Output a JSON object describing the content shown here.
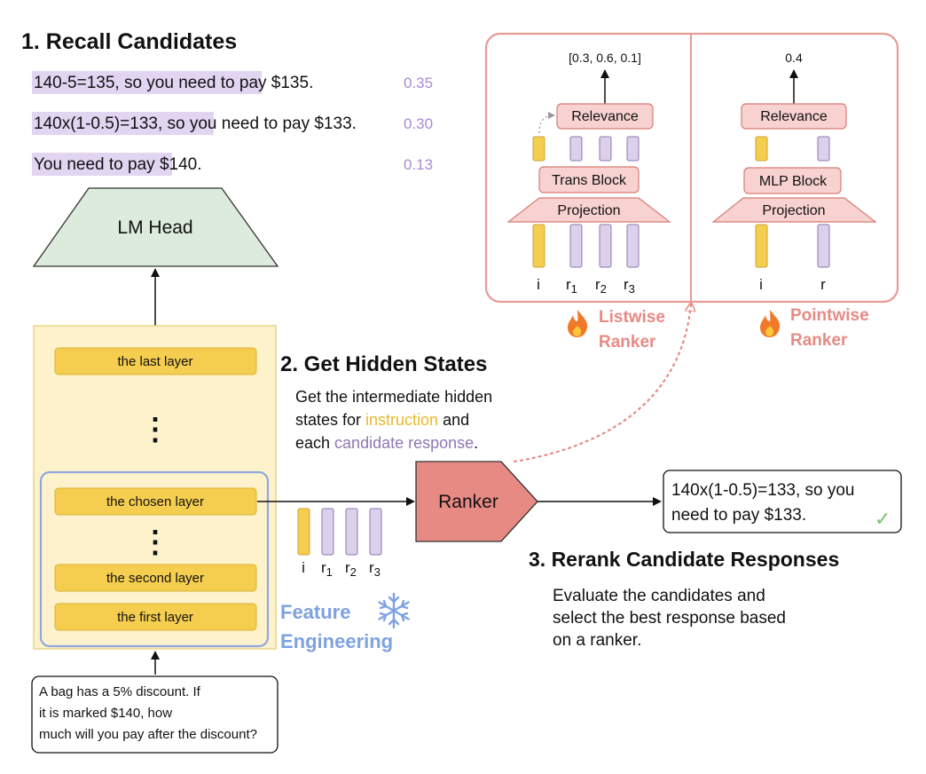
{
  "colors": {
    "highlight_purple": "#e2d5f2",
    "score_purple": "#a98bd6",
    "layer_yellow": "#f5cd4f",
    "layer_stack_bg": "#fdf2cc",
    "layer_stack_border": "#e6cf7a",
    "chosen_box_border": "#8fa8dc",
    "lm_head_green": "#dcebdc",
    "ranker_red": "#e88a84",
    "ranker_panel_border": "#e79b95",
    "relevance_fill": "#f8d2d0",
    "relevance_border": "#d97b74",
    "candidate_purple_fill": "#ddd0ea",
    "candidate_purple_stroke": "#8e78b1",
    "instruction_word": "#e9b92a",
    "candidate_word": "#8e78b1",
    "feature_eng_blue": "#7ea2e0",
    "ranker_label_red": "#e88a84",
    "check_green": "#77c26e",
    "dotted_arrow": "#e88a84"
  },
  "step1": {
    "title": "1. Recall Candidates",
    "candidates": [
      {
        "text_highlighted": "140-5=135, so you need to ",
        "text_rest": "pay $135.",
        "score": "0.35"
      },
      {
        "text_highlighted": "140x(1-0.5)=133, so you ",
        "text_rest": "need to pay $133.",
        "score": "0.30"
      },
      {
        "text_highlighted": "You need to pay ",
        "text_rest": "$140.",
        "score": "0.13"
      }
    ]
  },
  "lm_head": {
    "label": "LM Head"
  },
  "layers": {
    "last": "the last layer",
    "dots_top": "⋮",
    "chosen": "the chosen layer",
    "dots_mid": "⋮",
    "second": "the second layer",
    "first": "the first layer"
  },
  "question": {
    "text": "A bag has a 5% discount. If it is marked $140, how much will you pay after the discount?"
  },
  "feature_engineering": {
    "line1": "Feature",
    "line2": "Engineering",
    "icon": "snowflake-icon"
  },
  "step2": {
    "title": "2. Get Hidden States",
    "desc_line1_a": "Get the ",
    "desc_line1_b": "intermediate",
    "desc_line1_c": " hidden",
    "desc_line2_a": "states for ",
    "desc_instruction": "instruction",
    "desc_line2_c": " and",
    "desc_line3_a": "each ",
    "desc_candidate": "candidate response",
    "desc_line3_c": "."
  },
  "hidden_state_labels": {
    "i": "i",
    "r1": "r",
    "r1_sub": "1",
    "r2": "r",
    "r2_sub": "2",
    "r3": "r",
    "r3_sub": "3"
  },
  "ranker": {
    "label": "Ranker"
  },
  "result": {
    "line1": "140x(1-0.5)=133, so you",
    "line2": "need to pay $133.",
    "check": "✓"
  },
  "step3": {
    "title": "3. Rerank Candidate Responses",
    "desc_lines": [
      "Evaluate the candidates and",
      "select the best response based",
      "on a ranker."
    ]
  },
  "listwise": {
    "output": "[0.3, 0.6, 0.1]",
    "relevance": "Relevance",
    "block": "Trans Block",
    "projection": "Projection",
    "labels": {
      "i": "i",
      "r1": "r",
      "r1_sub": "1",
      "r2": "r",
      "r2_sub": "2",
      "r3": "r",
      "r3_sub": "3"
    },
    "name_line1": "Listwise",
    "name_line2": "Ranker",
    "icon": "fire-icon"
  },
  "pointwise": {
    "output": "0.4",
    "relevance": "Relevance",
    "block": "MLP Block",
    "projection": "Projection",
    "labels": {
      "i": "i",
      "r": "r"
    },
    "name_line1": "Pointwise",
    "name_line2": "Ranker",
    "icon": "fire-icon"
  }
}
